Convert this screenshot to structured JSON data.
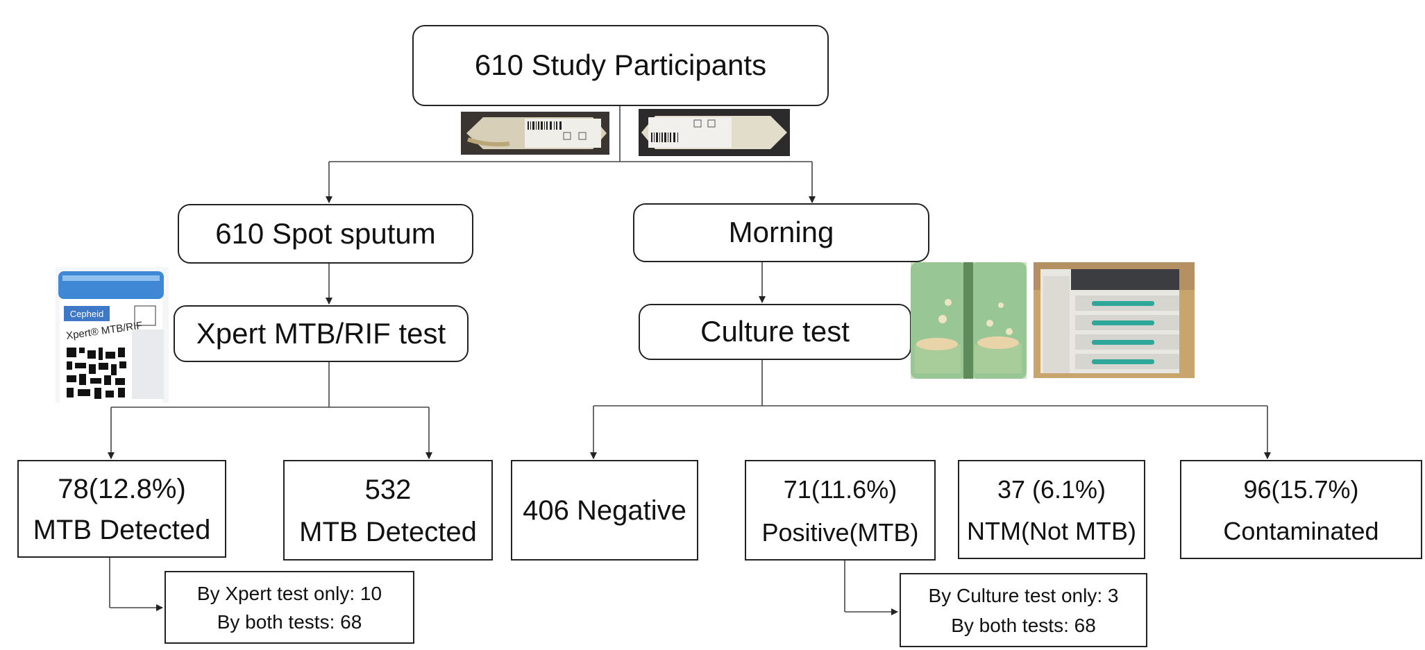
{
  "root": {
    "label": "610 Study Participants"
  },
  "left_branch": {
    "sample": "610 Spot sputum",
    "test": "Xpert MTB/RIF test",
    "results": [
      {
        "line1": "78(12.8%)",
        "line2": "MTB Detected"
      },
      {
        "line1": "532",
        "line2": "MTB Detected"
      }
    ],
    "breakdown": {
      "line1": "By Xpert test only: 10",
      "line2": "By both tests: 68"
    }
  },
  "right_branch": {
    "sample": "Morning",
    "test": "Culture test",
    "results": [
      {
        "line1": "406 Negative"
      },
      {
        "line1": "71(11.6%)",
        "line2": "Positive(MTB)"
      },
      {
        "line1": "37 (6.1%)",
        "line2": "NTM(Not MTB)"
      },
      {
        "line1": "96(15.7%)",
        "line2": "Contaminated"
      }
    ],
    "breakdown": {
      "line1": "By Culture test only: 3",
      "line2": "By both tests: 68"
    }
  },
  "photos": {
    "sputum_tube_1": "sputum-tube-photo",
    "sputum_tube_2": "sputum-tube-photo",
    "xpert_cartridge": "xpert-cartridge-photo",
    "culture_tubes": "culture-tubes-photo",
    "incubator": "incubator-instrument-photo"
  },
  "cartridge_text": {
    "brand": "Cepheid",
    "product": "Xpert® MTB/RIF"
  }
}
